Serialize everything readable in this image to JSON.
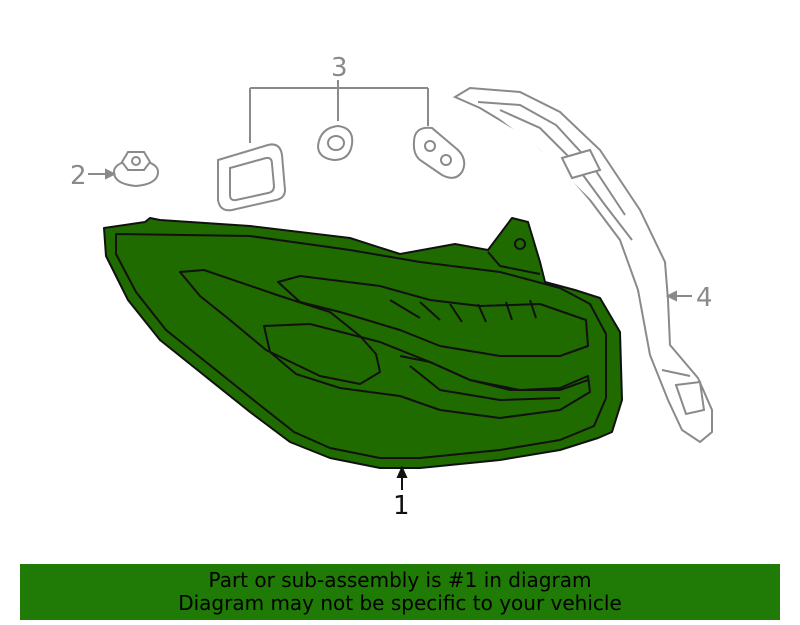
{
  "callouts": {
    "part_1": "1",
    "part_2": "2",
    "part_3": "3",
    "part_4": "4"
  },
  "colors": {
    "highlight_fill": "#1f6b00",
    "banner_bg": "#1f7a06",
    "gray_line": "#8a8a8a"
  },
  "banner": {
    "line1": "Part or sub-assembly is #1 in diagram",
    "line2": "Diagram may not be specific to your vehicle"
  }
}
